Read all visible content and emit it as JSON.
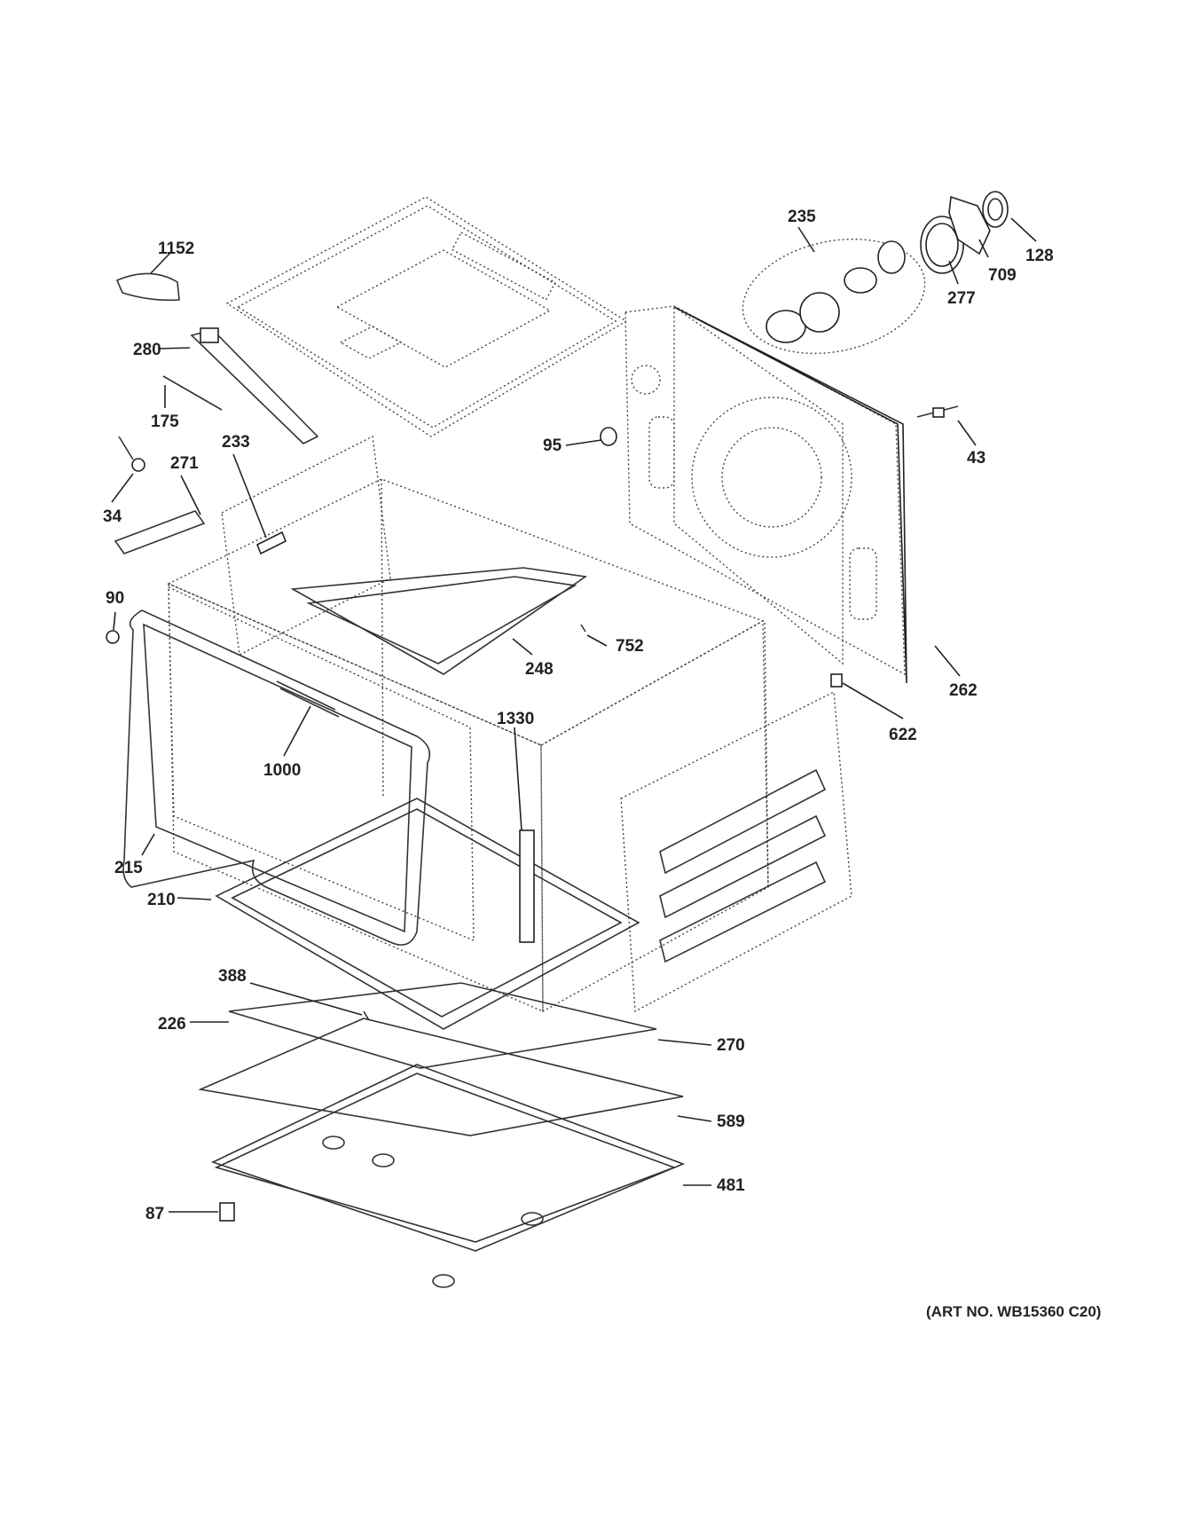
{
  "diagram": {
    "callouts": [
      "1152",
      "280",
      "175",
      "34",
      "271",
      "233",
      "90",
      "1000",
      "215",
      "210",
      "388",
      "226",
      "87",
      "95",
      "248",
      "752",
      "1330",
      "235",
      "277",
      "709",
      "128",
      "43",
      "262",
      "622",
      "270",
      "589",
      "481"
    ],
    "art_number": "(ART NO. WB15360 C20)"
  }
}
